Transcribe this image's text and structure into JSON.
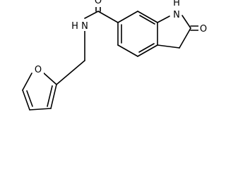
{
  "molecule": {
    "atoms": {
      "amide_n": "N",
      "amide_n_h": "H",
      "carbonyl_o": "O",
      "ring_nh_h": "H",
      "ring_nh_n": "N",
      "lactam_o": "O",
      "furan_o": "O"
    }
  }
}
